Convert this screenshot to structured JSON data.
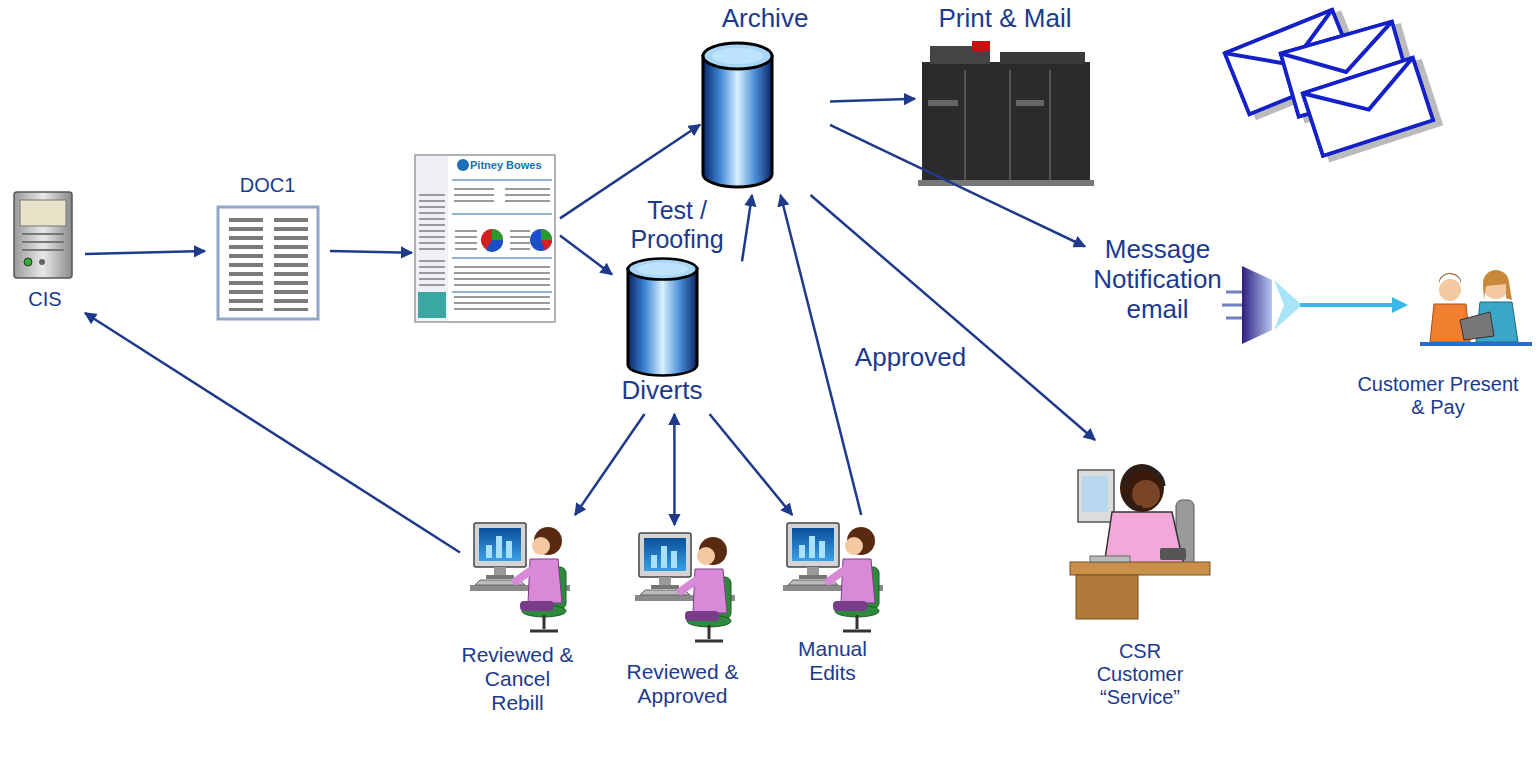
{
  "diagram": {
    "nodes": [
      {
        "text": [
          "CIS"
        ]
      },
      {
        "text": [
          "DOC1"
        ]
      },
      {
        "text": [
          "Pitney Bowes"
        ]
      },
      {
        "text": [
          "Archive"
        ]
      },
      {
        "text": [
          "Test / Proofing",
          "Diverts"
        ]
      },
      {
        "text": [
          "Print & Mail"
        ]
      },
      {
        "text": [
          "Message Notification email"
        ]
      },
      {
        "text": [
          "Customer Present & Pay"
        ]
      },
      {
        "text": [
          "CSR Customer “Service”"
        ]
      },
      {
        "text": [
          "Reviewed & Cancel Rebill"
        ]
      },
      {
        "text": [
          "Reviewed & Approved"
        ]
      },
      {
        "text": [
          "Manual Edits"
        ]
      }
    ],
    "edges": [
      {
        "from": 0,
        "to": 1,
        "arrow": "to"
      },
      {
        "from": 1,
        "to": 2,
        "arrow": "to"
      },
      {
        "from": 2,
        "to": 3,
        "arrow": "to"
      },
      {
        "from": 2,
        "to": 4,
        "arrow": "to"
      },
      {
        "from": 4,
        "to": 3,
        "arrow": "to"
      },
      {
        "from": 4,
        "to": 9,
        "arrow": "to"
      },
      {
        "from": 4,
        "to": 10,
        "arrow": "both"
      },
      {
        "from": 4,
        "to": 11,
        "arrow": "to"
      },
      {
        "from": 11,
        "to": 3,
        "label": "Approved",
        "arrow": "to"
      },
      {
        "from": 9,
        "to": 0,
        "arrow": "to"
      },
      {
        "from": 3,
        "to": 5,
        "arrow": "to"
      },
      {
        "from": 3,
        "to": 6,
        "arrow": "to"
      },
      {
        "from": 3,
        "to": 8,
        "arrow": "to"
      }
    ]
  }
}
